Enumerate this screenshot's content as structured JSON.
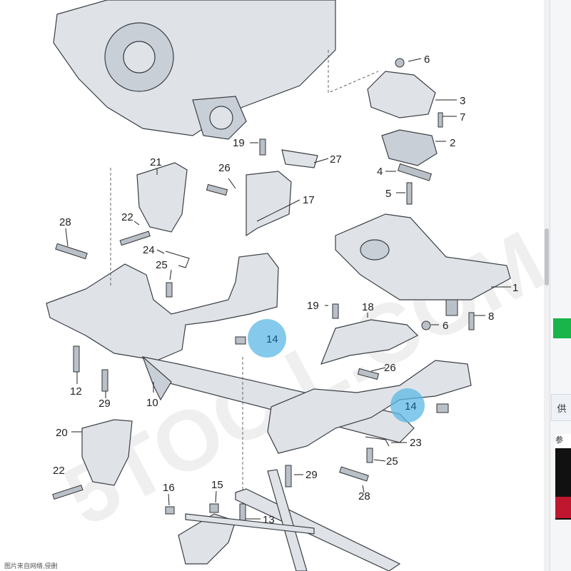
{
  "diagram": {
    "labels": {
      "l1": "1",
      "l2": "2",
      "l3": "3",
      "l4": "4",
      "l5": "5",
      "l6a": "6",
      "l6b": "6",
      "l7": "7",
      "l8": "8",
      "l10": "10",
      "l12": "12",
      "l13": "13",
      "l14a": "14",
      "l14b": "14",
      "l15": "15",
      "l16": "16",
      "l17": "17",
      "l18": "18",
      "l19a": "19",
      "l19b": "19",
      "l20": "20",
      "l21": "21",
      "l22a": "22",
      "l22b": "22",
      "l23": "23",
      "l24": "24",
      "l25a": "25",
      "l25b": "25",
      "l26a": "26",
      "l26b": "26",
      "l27": "27",
      "l28a": "28",
      "l28b": "28",
      "l29a": "29",
      "l29b": "29"
    },
    "watermark": "5TOC L.COM",
    "footer_note": "图片来自网络,侵删"
  },
  "right_panel": {
    "chip_label": "供",
    "section_label": "参"
  },
  "colors": {
    "highlight": "#5cb8e6",
    "green": "#19b44a",
    "red": "#c0162f"
  }
}
